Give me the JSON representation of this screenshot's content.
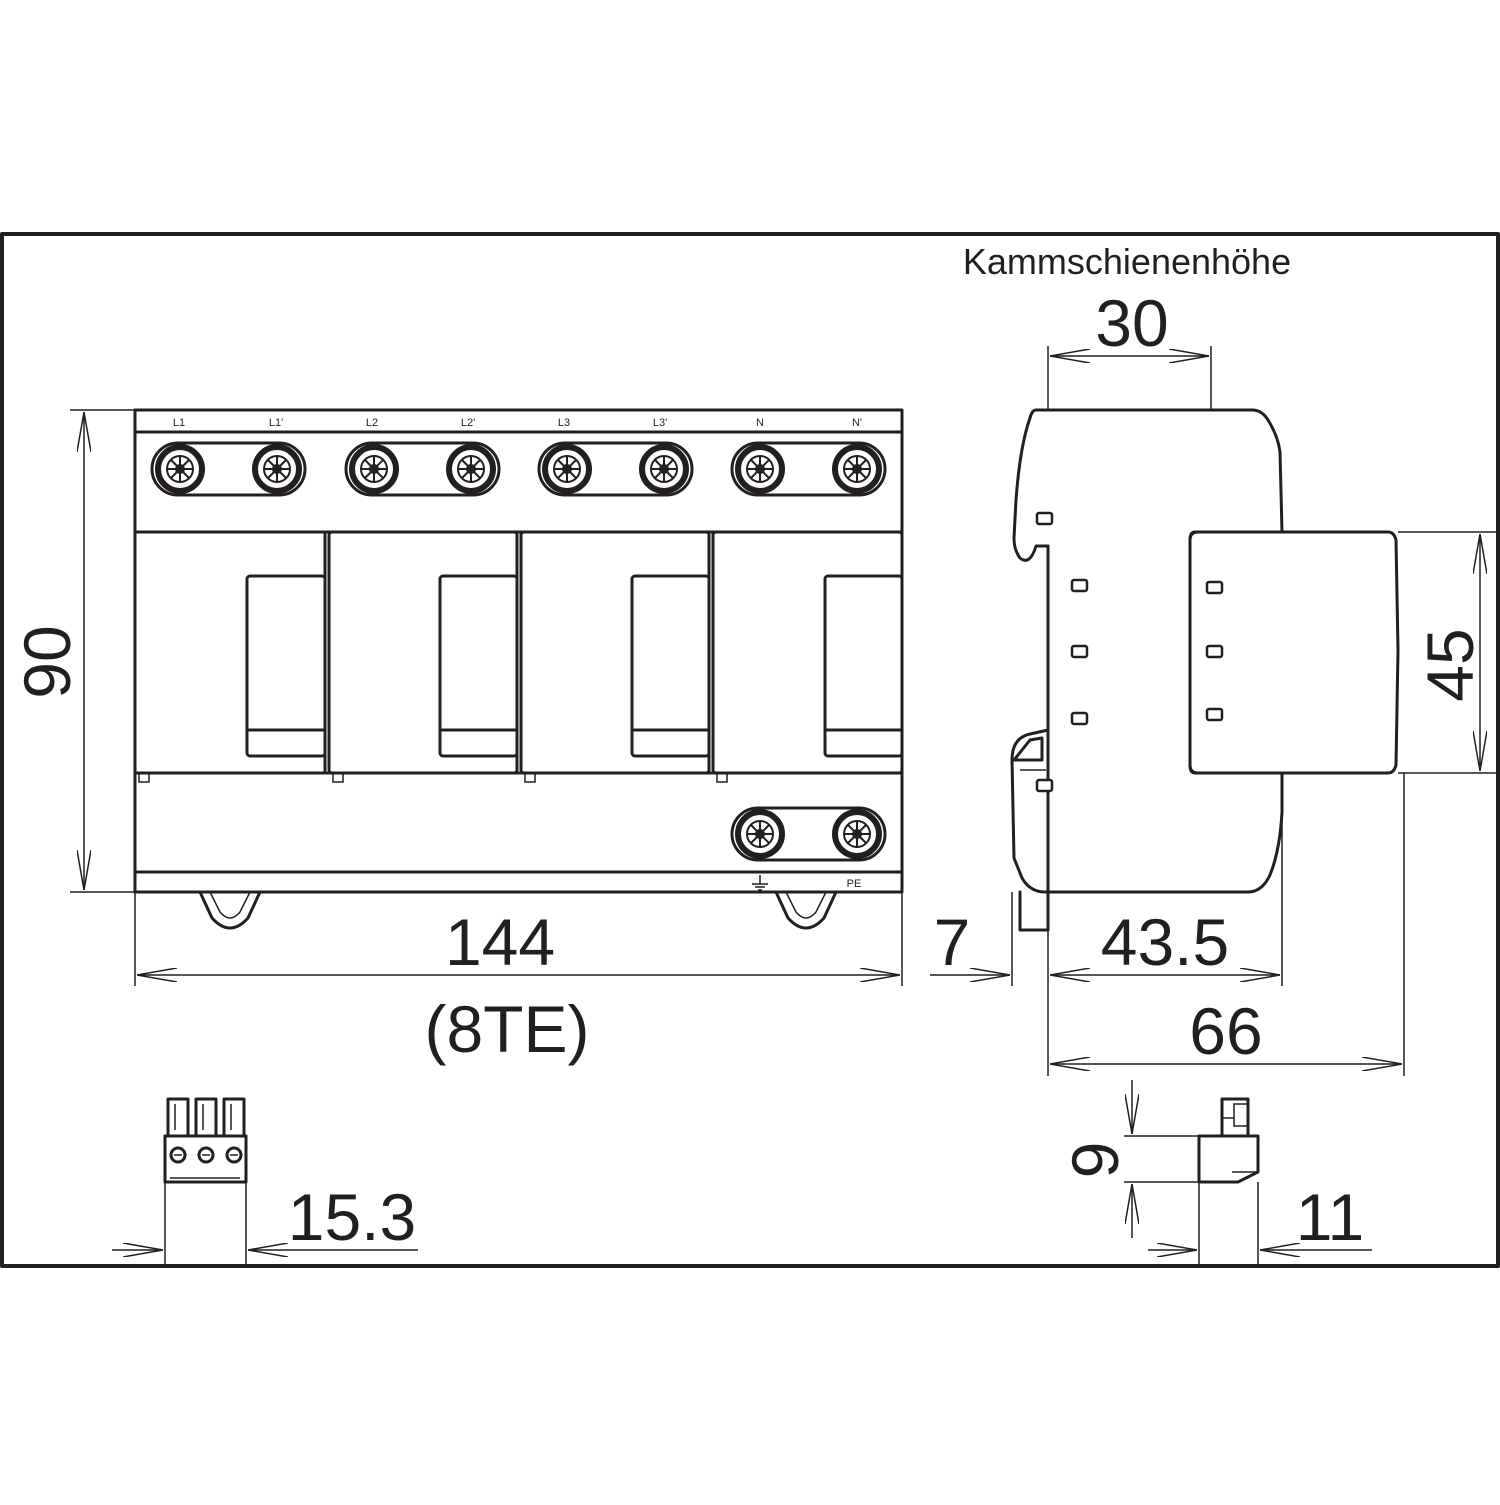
{
  "front_view": {
    "terminal_labels": [
      "L1",
      "L1'",
      "L2",
      "L2'",
      "L3",
      "L3'",
      "N",
      "N'"
    ],
    "pe_label": "PE",
    "dim_height": "90",
    "dim_width": "144",
    "dim_width_units": "(8TE)"
  },
  "side_view": {
    "comb_rail_label": "Kammschienenhöhe",
    "dim_comb_rail": "30",
    "dim_front_height": "45",
    "dim_clip": "7",
    "dim_depth_body": "43.5",
    "dim_depth_total": "66"
  },
  "accessories": {
    "dim_connector_width": "15.3",
    "dim_plug_height": "9",
    "dim_plug_width": "11"
  }
}
